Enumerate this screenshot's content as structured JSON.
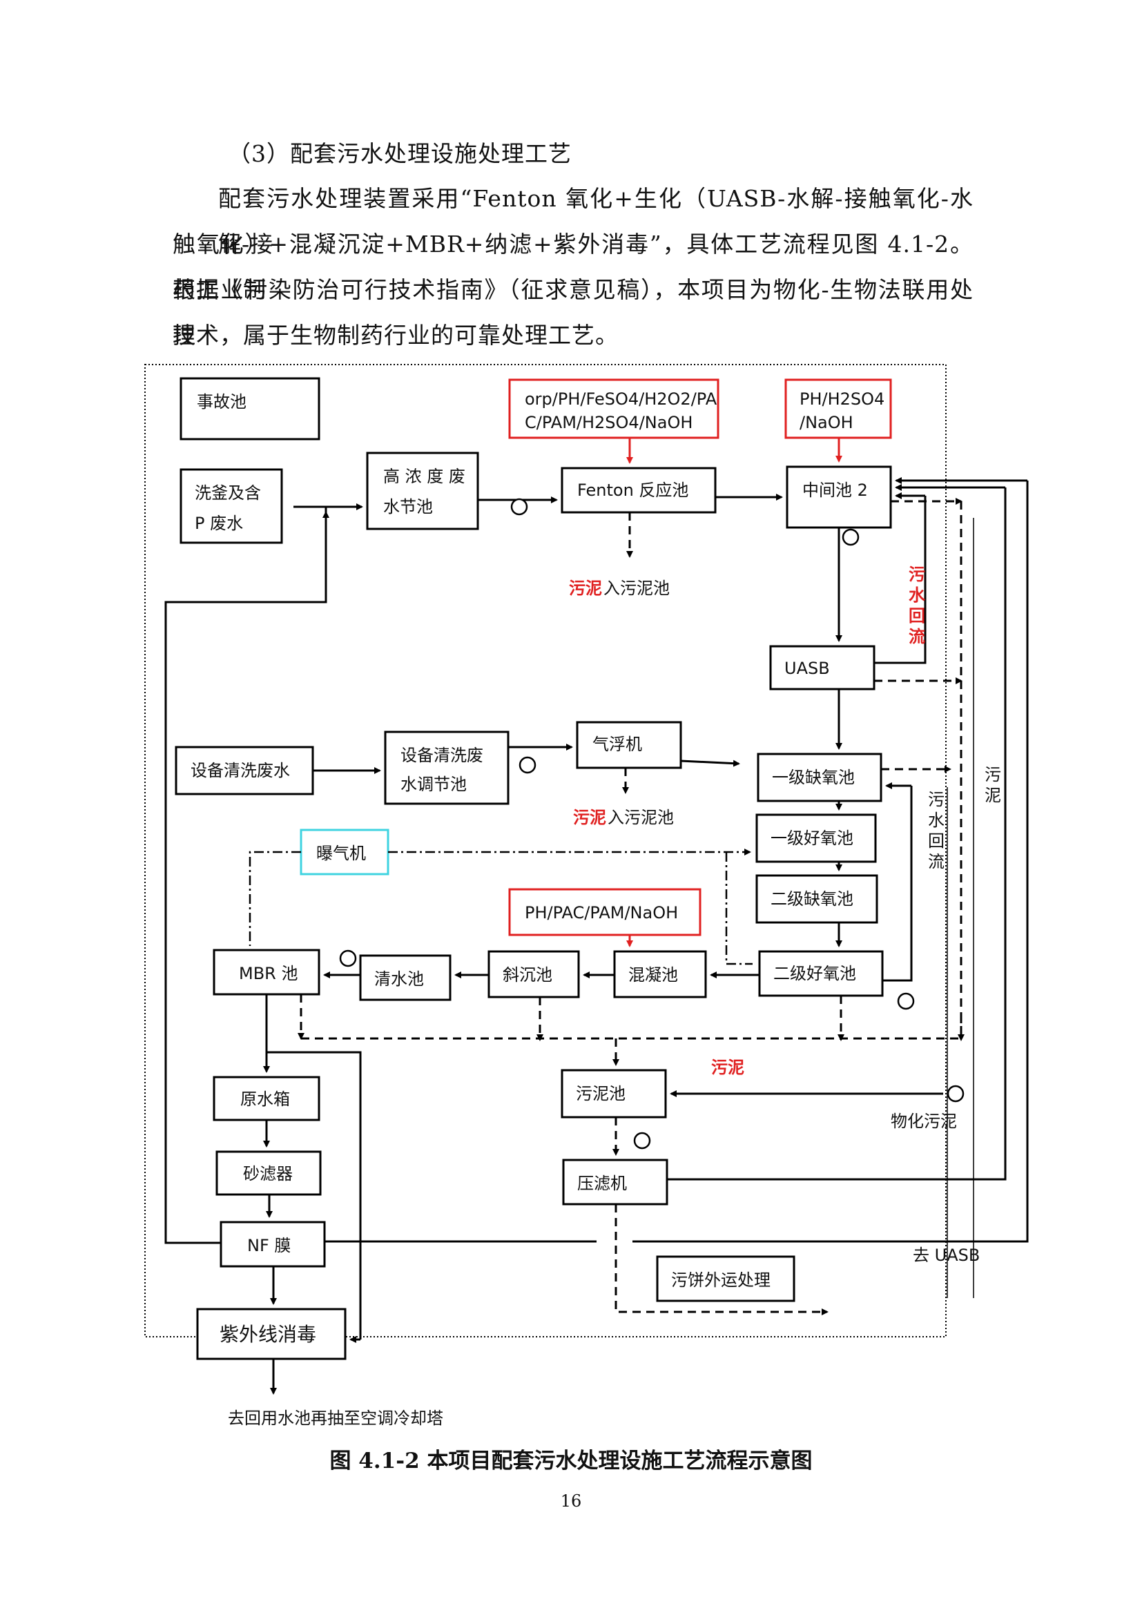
{
  "section": {
    "heading": "（3）配套污水处理设施处理工艺",
    "paragraph_lines": [
      "配套污水处理装置采用“Fenton 氧化+生化（UASB-水解-接触氧化-水解-接",
      "触氧化）+混凝沉淀+MBR+纳滤+紫外消毒”，具体工艺流程见图 4.1-2。根据《制",
      "药工业污染防治可行技术指南》（征求意见稿），本项目为物化-生物法联用处理",
      "技术，属于生物制药行业的可靠处理工艺。"
    ]
  },
  "diagram": {
    "boxes": {
      "accident_pool": "事故池",
      "wash_waste_1": "洗釜及含",
      "wash_waste_2": "P 废水",
      "high_conc_1": "高 浓 度 废",
      "high_conc_2": "水节池",
      "fenton_reagents_1": "orp/PH/FeSO4/H2O2/PA",
      "fenton_reagents_2": "C/PAM/H2SO4/NaOH",
      "fenton_reactor": "Fenton 反应池",
      "mid_reagents_1": "PH/H2SO4",
      "mid_reagents_2": "/NaOH",
      "mid_pool_2": "中间池 2",
      "uasb": "UASB",
      "equip_wash_waste": "设备清洗废水",
      "equip_wash_pool_1": "设备清洗废",
      "equip_wash_pool_2": "水调节池",
      "air_flotation": "气浮机",
      "anoxic_1": "一级缺氧池",
      "aerobic_1": "一级好氧池",
      "anoxic_2": "二级缺氧池",
      "aerobic_2": "二级好氧池",
      "blower": "曝气机",
      "coag_reagents": "PH/PAC/PAM/NaOH",
      "mbr_pool": "MBR 池",
      "clear_water_pool": "清水池",
      "inclined_settler": "斜沉池",
      "coagulation_pool": "混凝池",
      "raw_water_tank": "原水箱",
      "sand_filter": "砂滤器",
      "nf_membrane": "NF 膜",
      "uv_disinfection": "紫外线消毒",
      "sludge_pool": "污泥池",
      "filter_press": "压滤机",
      "cake_disposal": "污饼外运处理"
    },
    "labels": {
      "sludge_red": "污泥",
      "to_sludge_pool": "入污泥池",
      "recycle_red": [
        "污",
        "水",
        "回",
        "流"
      ],
      "recycle_black": [
        "污",
        "水",
        "回",
        "流"
      ],
      "sludge_vertical": [
        "污",
        "泥"
      ],
      "sludge_mid_red": "污泥",
      "chem_sludge": "物化污泥",
      "to_uasb": "去 UASB",
      "to_cooling_tower": "去回用水池再抽至空调冷却塔"
    }
  },
  "caption": "图 4.1-2    本项目配套污水处理设施工艺流程示意图",
  "page_number": "16",
  "colors": {
    "text": "#111111",
    "red": "#e02020",
    "cyan": "#3fd3e0",
    "line": "#000000"
  }
}
